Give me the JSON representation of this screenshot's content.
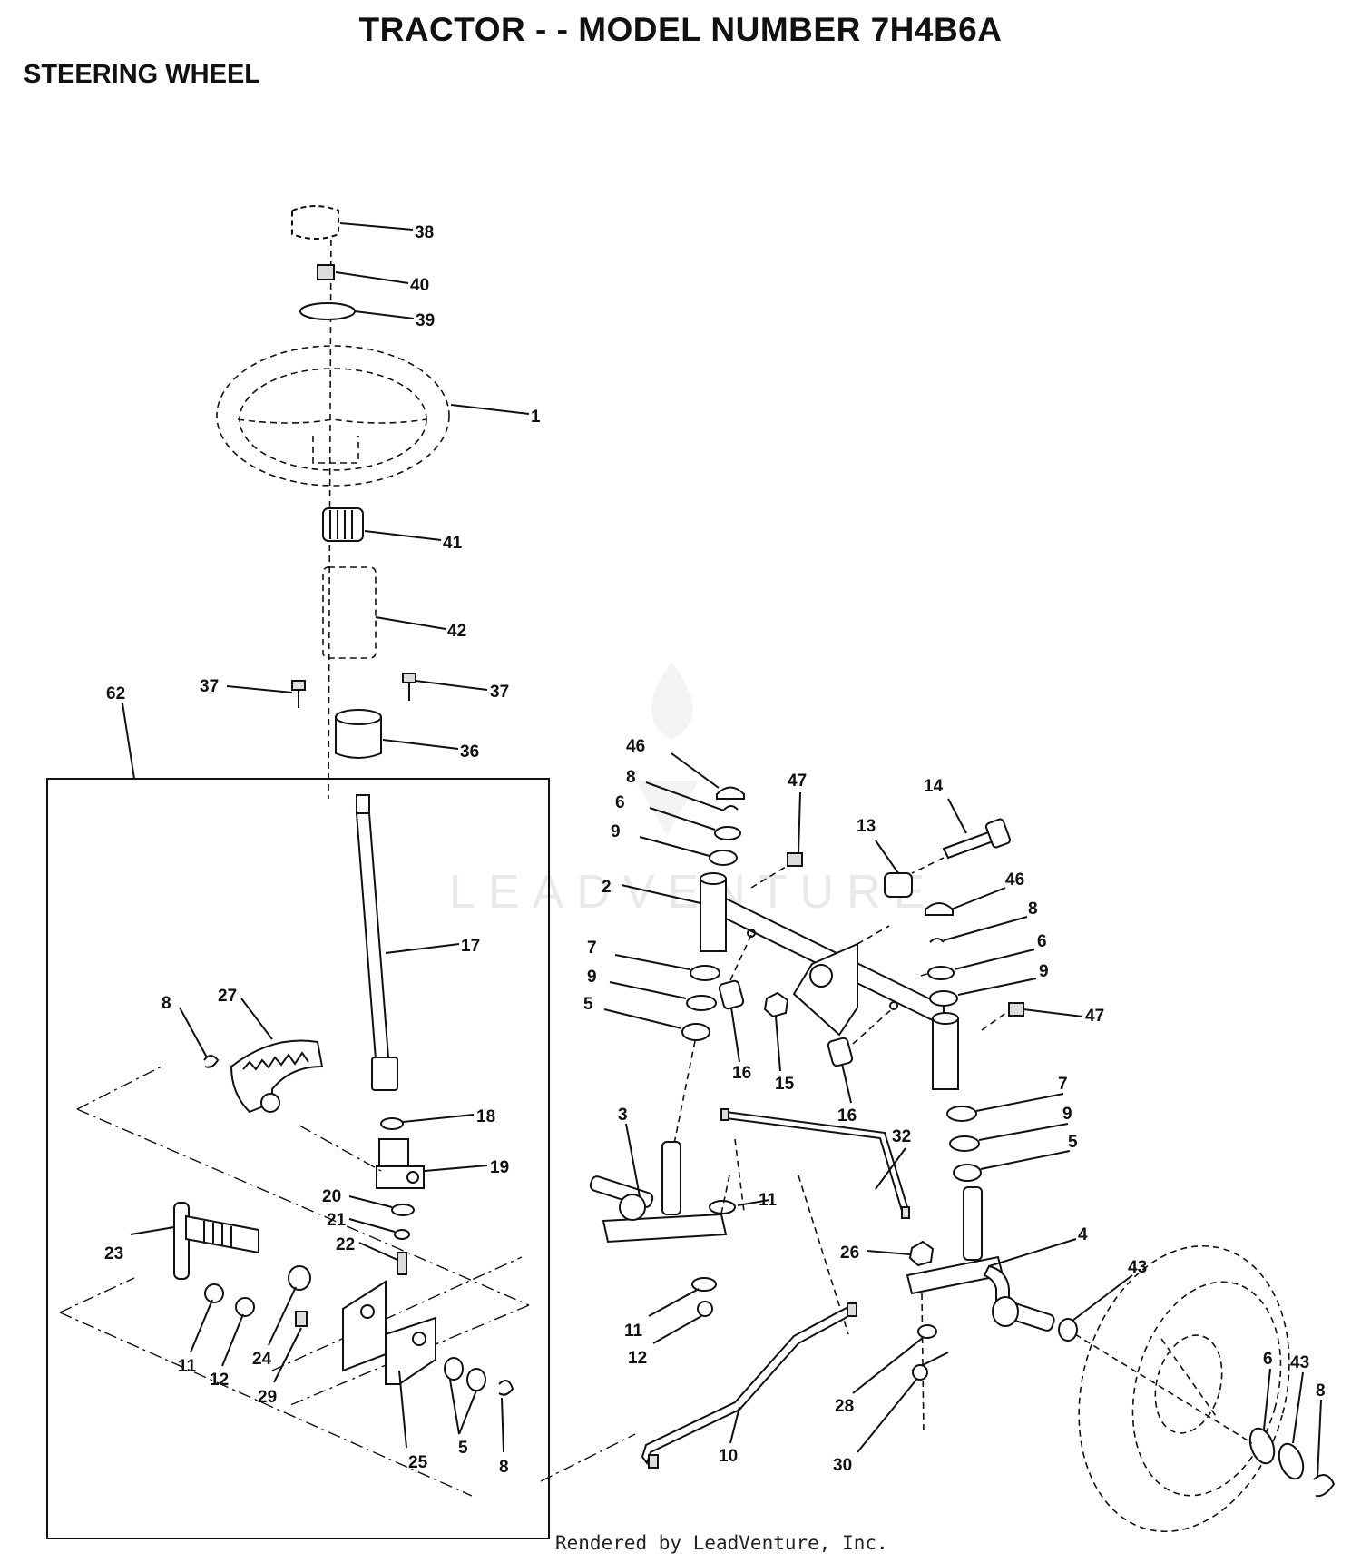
{
  "header": {
    "title": "TRACTOR - - MODEL NUMBER 7H4B6A",
    "subtitle": "STEERING WHEEL"
  },
  "watermark": "LEADVENTURE",
  "footer": "Rendered by LeadVenture, Inc.",
  "callouts": [
    {
      "id": "c38",
      "label": "38"
    },
    {
      "id": "c40",
      "label": "40"
    },
    {
      "id": "c39",
      "label": "39"
    },
    {
      "id": "c1",
      "label": "1"
    },
    {
      "id": "c41",
      "label": "41"
    },
    {
      "id": "c42",
      "label": "42"
    },
    {
      "id": "c62",
      "label": "62"
    },
    {
      "id": "c37a",
      "label": "37"
    },
    {
      "id": "c37b",
      "label": "37"
    },
    {
      "id": "c36",
      "label": "36"
    },
    {
      "id": "c17",
      "label": "17"
    },
    {
      "id": "c8a",
      "label": "8"
    },
    {
      "id": "c27",
      "label": "27"
    },
    {
      "id": "c18",
      "label": "18"
    },
    {
      "id": "c19",
      "label": "19"
    },
    {
      "id": "c20",
      "label": "20"
    },
    {
      "id": "c21",
      "label": "21"
    },
    {
      "id": "c22",
      "label": "22"
    },
    {
      "id": "c23",
      "label": "23"
    },
    {
      "id": "c11a",
      "label": "11"
    },
    {
      "id": "c12a",
      "label": "12"
    },
    {
      "id": "c24",
      "label": "24"
    },
    {
      "id": "c29",
      "label": "29"
    },
    {
      "id": "c25",
      "label": "25"
    },
    {
      "id": "c5a",
      "label": "5"
    },
    {
      "id": "c8b",
      "label": "8"
    },
    {
      "id": "c46a",
      "label": "46"
    },
    {
      "id": "c8c",
      "label": "8"
    },
    {
      "id": "c6a",
      "label": "6"
    },
    {
      "id": "c9a",
      "label": "9"
    },
    {
      "id": "c47a",
      "label": "47"
    },
    {
      "id": "c13",
      "label": "13"
    },
    {
      "id": "c14",
      "label": "14"
    },
    {
      "id": "c2",
      "label": "2"
    },
    {
      "id": "c46b",
      "label": "46"
    },
    {
      "id": "c8d",
      "label": "8"
    },
    {
      "id": "c6b",
      "label": "6"
    },
    {
      "id": "c9b",
      "label": "9"
    },
    {
      "id": "c7a",
      "label": "7"
    },
    {
      "id": "c9c",
      "label": "9"
    },
    {
      "id": "c5b",
      "label": "5"
    },
    {
      "id": "c16a",
      "label": "16"
    },
    {
      "id": "c15",
      "label": "15"
    },
    {
      "id": "c47b",
      "label": "47"
    },
    {
      "id": "c16b",
      "label": "16"
    },
    {
      "id": "c7b",
      "label": "7"
    },
    {
      "id": "c9d",
      "label": "9"
    },
    {
      "id": "c5c",
      "label": "5"
    },
    {
      "id": "c3",
      "label": "3"
    },
    {
      "id": "c32",
      "label": "32"
    },
    {
      "id": "c11b",
      "label": "11"
    },
    {
      "id": "c26",
      "label": "26"
    },
    {
      "id": "c4",
      "label": "4"
    },
    {
      "id": "c43a",
      "label": "43"
    },
    {
      "id": "c11c",
      "label": "11"
    },
    {
      "id": "c12b",
      "label": "12"
    },
    {
      "id": "c28",
      "label": "28"
    },
    {
      "id": "c10",
      "label": "10"
    },
    {
      "id": "c30",
      "label": "30"
    },
    {
      "id": "c6c",
      "label": "6"
    },
    {
      "id": "c43b",
      "label": "43"
    },
    {
      "id": "c8e",
      "label": "8"
    }
  ]
}
